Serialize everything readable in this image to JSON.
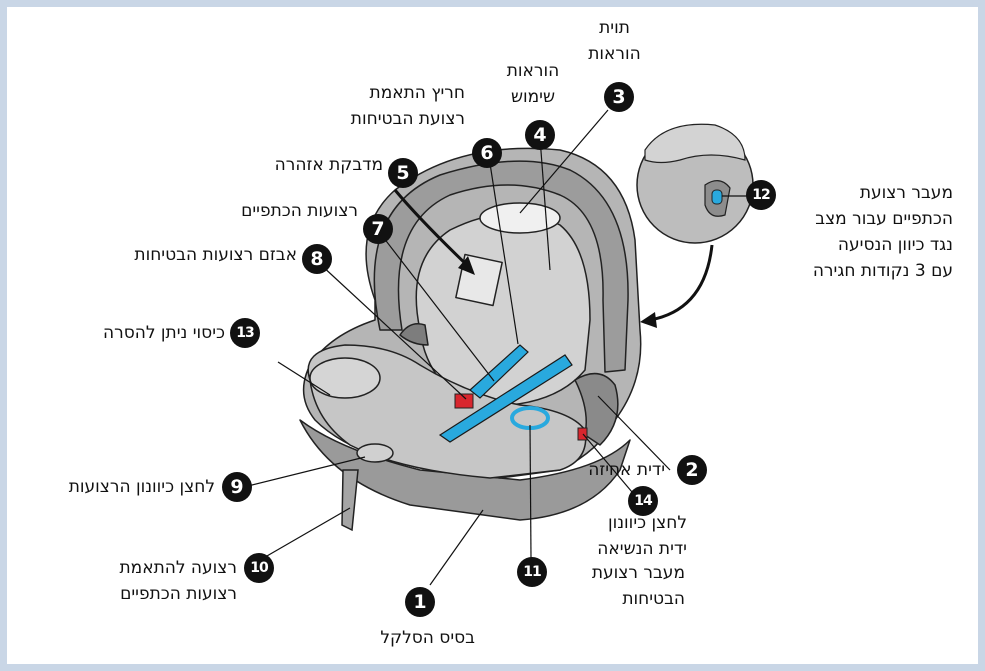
{
  "callouts": [
    {
      "num": "1",
      "lines": [
        "בסיס הסלקל"
      ]
    },
    {
      "num": "2",
      "lines": [
        "ידית אחיזה"
      ]
    },
    {
      "num": "3",
      "lines": [
        "תוית",
        "הוראות"
      ]
    },
    {
      "num": "4",
      "lines": [
        "הוראות",
        "שימוש"
      ]
    },
    {
      "num": "5",
      "lines": [
        "מדבקת אזהרה"
      ]
    },
    {
      "num": "6",
      "lines": [
        "חריץ התאמת",
        "רצועת הבטיחות"
      ]
    },
    {
      "num": "7",
      "lines": [
        "רצועות הכתפיים"
      ]
    },
    {
      "num": "8",
      "lines": [
        "אבזם רצועות הבטיחות"
      ]
    },
    {
      "num": "9",
      "lines": [
        "לחצן כיוונון הרצועות"
      ]
    },
    {
      "num": "10",
      "lines": [
        "רצועה להתאמת",
        "רצועות הכתפיים"
      ]
    },
    {
      "num": "11",
      "lines": [
        "מעבר רצועת",
        "הבטיחות"
      ]
    },
    {
      "num": "12",
      "lines": [
        "מעבר רצועת",
        "הכתפיים עבור מצב",
        "נגד כיוון הנסיעה",
        "עם 3 נקודות חגירה"
      ]
    },
    {
      "num": "13",
      "lines": [
        "כיסוי ניתן להסרה"
      ]
    },
    {
      "num": "14",
      "lines": [
        "לחצן כיוונון",
        "ידית הנשיאה"
      ]
    }
  ],
  "colors": {
    "frame": "#c9d6e6",
    "strap": "#29a9de",
    "seat": "#c8c8c8",
    "shell": "#a9a9a9",
    "red": "#d8262e"
  }
}
